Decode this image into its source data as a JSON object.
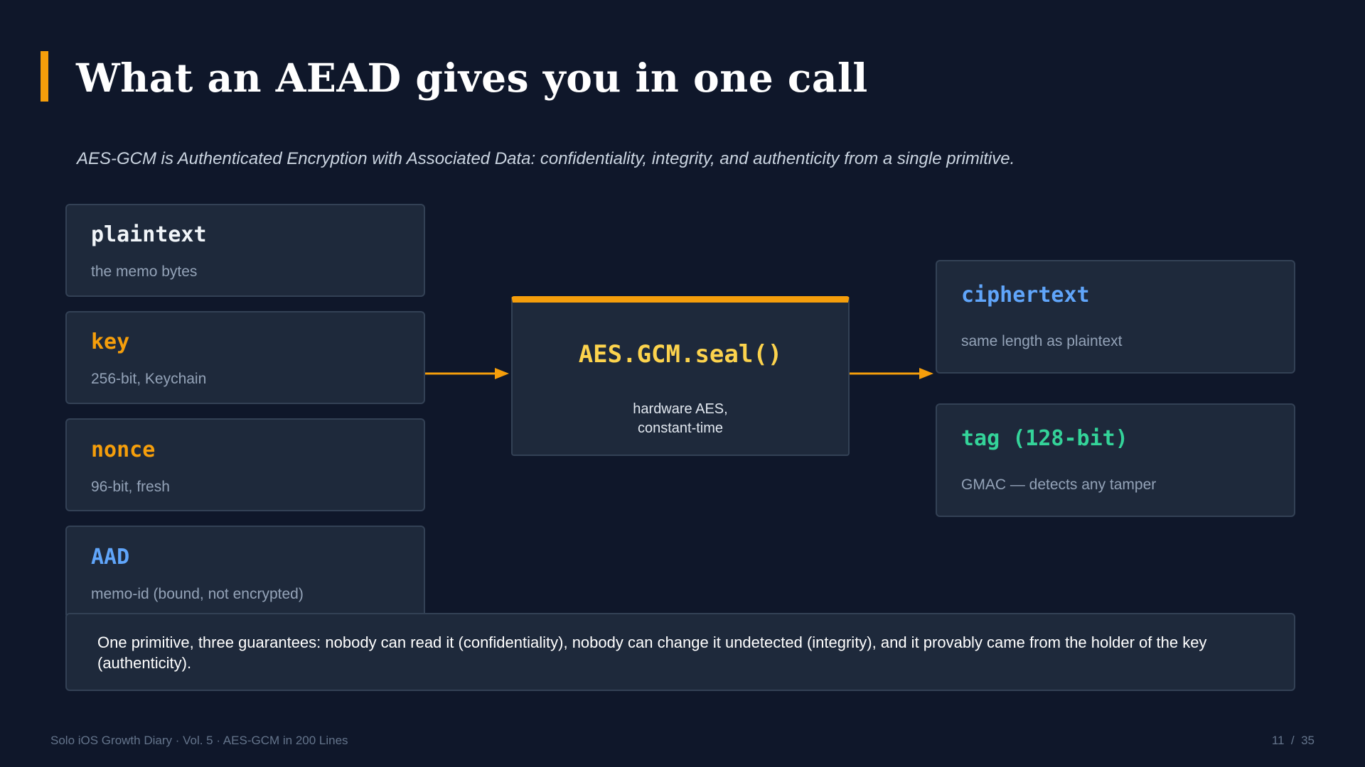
{
  "slide": {
    "title": "What an AEAD gives you in one call",
    "subtitle": "AES-GCM is Authenticated Encryption with Associated Data: confidentiality, integrity, and authenticity from a single primitive."
  },
  "colors": {
    "background": "#0f172a",
    "card": "#1e293b",
    "accent": "#f59e0b",
    "blue": "#60a5fa",
    "green": "#34d399",
    "yellow": "#fcd34d"
  },
  "inputs": [
    {
      "title": "plaintext",
      "desc": "the memo bytes"
    },
    {
      "title": "key",
      "desc": "256-bit, Keychain"
    },
    {
      "title": "nonce",
      "desc": "96-bit, fresh"
    },
    {
      "title": "AAD",
      "desc": "memo-id (bound, not encrypted)"
    }
  ],
  "primitive": {
    "title": "AES.GCM.seal()",
    "desc_line1": "hardware AES,",
    "desc_line2": "constant-time"
  },
  "outputs": [
    {
      "title": "ciphertext",
      "desc": "same length as plaintext"
    },
    {
      "title": "tag (128-bit)",
      "desc": "GMAC — detects any tamper"
    }
  ],
  "callout": "One primitive, three guarantees: nobody can read it (confidentiality), nobody can change it undetected (integrity), and it provably came from the holder of the key (authenticity).",
  "footer": {
    "left": "Solo iOS Growth Diary · Vol. 5 · AES-GCM in 200 Lines",
    "page": "11  /  35"
  }
}
